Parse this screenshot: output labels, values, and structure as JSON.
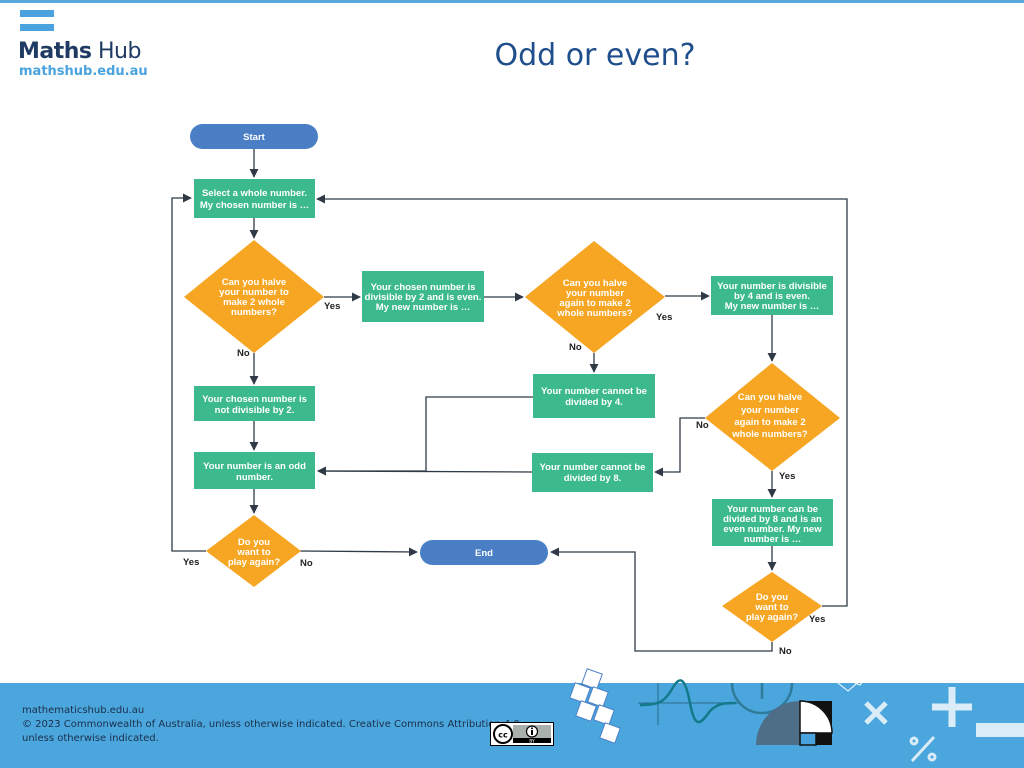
{
  "header": {
    "logo_name_bold": "Maths",
    "logo_name_regular": " Hub",
    "logo_url": "mathshub.edu.au",
    "title": "Odd or even?"
  },
  "flowchart": {
    "start": "Start",
    "end": "End",
    "select_1": "Select a whole number.",
    "select_2": "My chosen number is …",
    "q1_1": "Can you halve",
    "q1_2": "your number to",
    "q1_3": "make 2 whole",
    "q1_4": "numbers?",
    "div2_1": "Your chosen number is",
    "div2_2": "divisible by 2 and is even.",
    "div2_3": "My new number is …",
    "q2_1": "Can you halve",
    "q2_2": "your number",
    "q2_3": "again to make 2",
    "q2_4": "whole numbers?",
    "div4_1": "Your number is divisible",
    "div4_2": "by 4 and is even.",
    "div4_3": "My new number is …",
    "notdiv2_1": "Your chosen number is",
    "notdiv2_2": "not divisible by 2.",
    "odd_1": "Your number is an odd",
    "odd_2": "number.",
    "notdiv4_1": "Your number cannot be",
    "notdiv4_2": "divided by 4.",
    "q3_1": "Can you halve",
    "q3_2": "your number",
    "q3_3": "again to make 2",
    "q3_4": "whole numbers?",
    "notdiv8_1": "Your number cannot be",
    "notdiv8_2": "divided by 8.",
    "div8_1": "Your number can be",
    "div8_2": "divided by 8 and is an",
    "div8_3": "even number. My new",
    "div8_4": "number is …",
    "play1_1": "Do you",
    "play1_2": "want to",
    "play1_3": "play again?",
    "play2_1": "Do you",
    "play2_2": "want to",
    "play2_3": "play again?",
    "yes": "Yes",
    "no": "No"
  },
  "footer": {
    "site": "mathematicshub.edu.au",
    "copyright_1": "© 2023 Commonwealth of Australia, unless otherwise indicated. Creative Commons Attribution 4.0,",
    "copyright_2": "unless otherwise indicated."
  },
  "colors": {
    "terminal": "#4a7fc6",
    "process": "#3dba8d",
    "decision": "#f6a623",
    "connector": "#2f3a46",
    "footer": "#4ba6dd",
    "title": "#1f4e8c"
  }
}
